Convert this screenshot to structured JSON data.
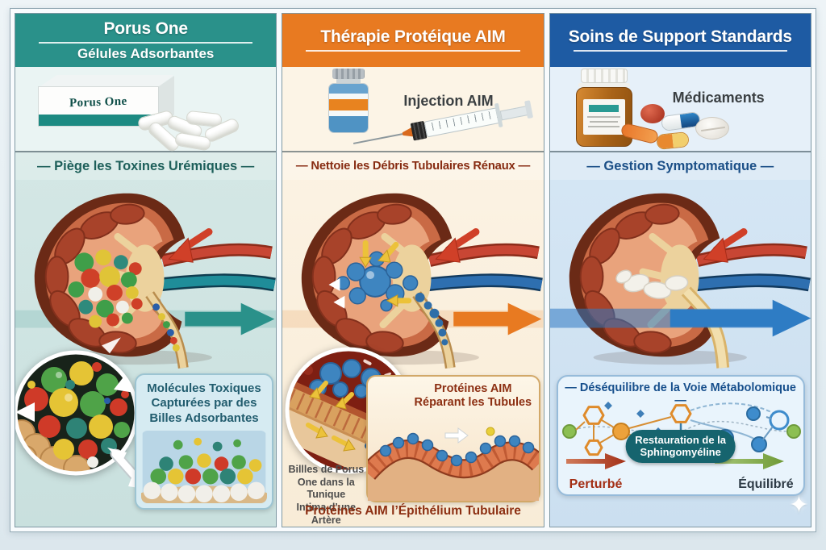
{
  "infographic": {
    "sparkle_icon": "✦",
    "panels": [
      {
        "id": "porus-one",
        "accent": "#2a918a",
        "ink": "#1d5f5a",
        "header": {
          "title": "Porus One",
          "subtitle": "Gélules Adsorbantes"
        },
        "product": {
          "box_label": "Porus One"
        },
        "section_title": "— Piège les Toxines Urémiques —",
        "callout": {
          "lines": [
            "Molécules Toxiques",
            "Capturées par des",
            "Billes Adsorbantes"
          ]
        }
      },
      {
        "id": "aim-protein-therapy",
        "accent": "#e87a21",
        "ink": "#872c12",
        "header": {
          "title": "Thérapie Protéique AIM"
        },
        "product": {
          "caption": "Injection AIM"
        },
        "section_title": "— Nettoie les Débris Tubulaires Rénaux —",
        "callout": {
          "lines": [
            "Protéines AIM",
            "Réparant les Tubules"
          ]
        },
        "side_note": {
          "lines": [
            "Billles de Porus",
            "One dans la Tunique",
            "Intima d’une Artère"
          ]
        },
        "bottom_caption": "Protéines AIM l’Épithélium Tubulaire"
      },
      {
        "id": "standard-supportive-care",
        "accent": "#1e5ba3",
        "ink": "#1b4f87",
        "header": {
          "title": "Soins de Support Standards"
        },
        "product": {
          "caption": "Médicaments"
        },
        "section_title": "— Gestion Symptomatique —",
        "pathway": {
          "title": "— Déséquilibre de la Voie Métabolomique —",
          "center_label": {
            "lines": [
              "Restauration de la",
              "Sphingomyéline"
            ]
          },
          "left_state": "Perturbé",
          "right_state": "Équilibré",
          "left_state_color": "#a32e14",
          "right_state_color": "#2e3b46",
          "restore_pill_color": "#16646e",
          "disrupted_arrow_color": "#b23a22",
          "balanced_arrow_color": "#7aa63f"
        }
      }
    ]
  }
}
